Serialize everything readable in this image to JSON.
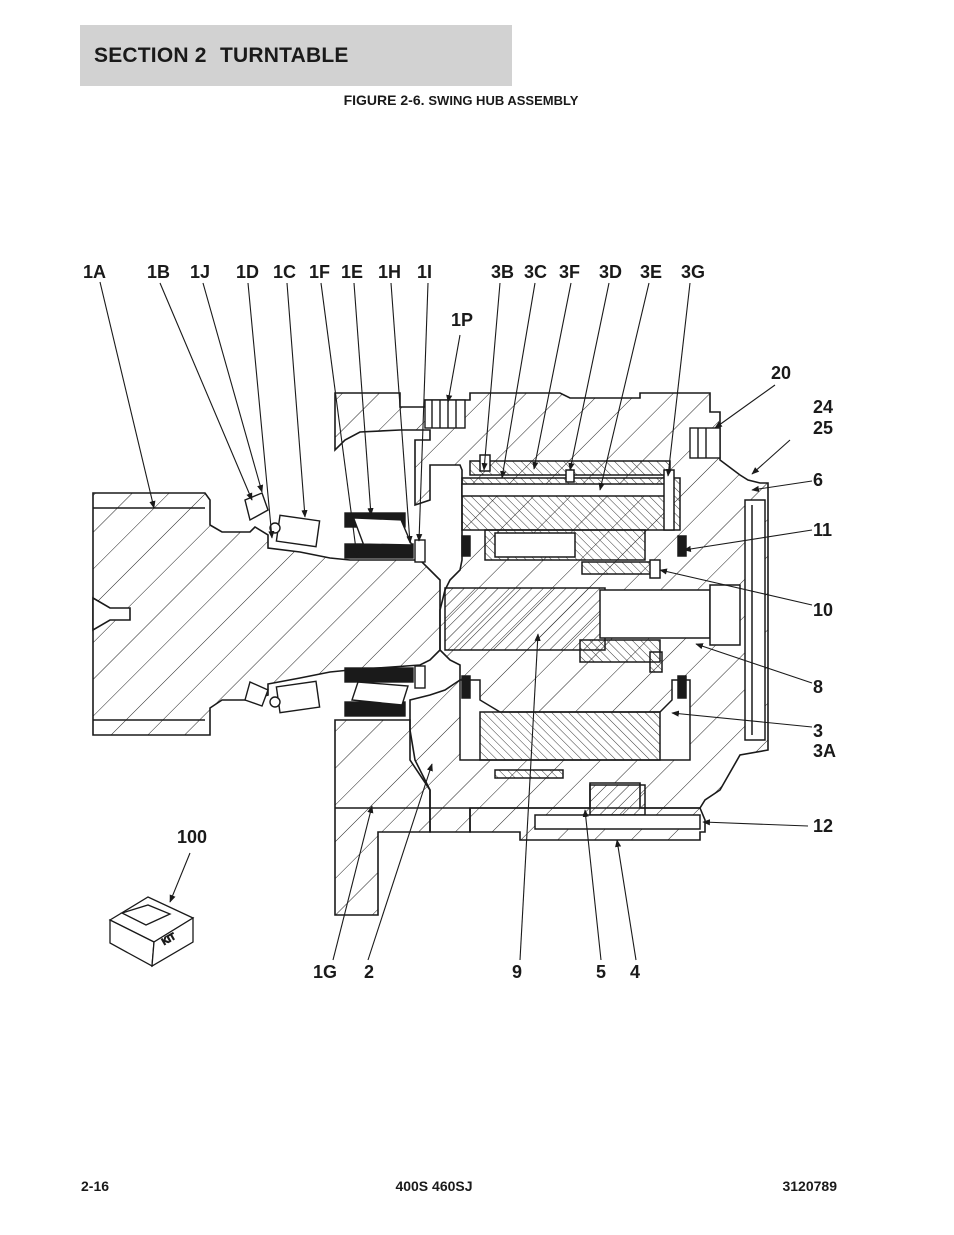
{
  "header": {
    "section_label": "SECTION 2",
    "section_title": "TURNTABLE"
  },
  "figure": {
    "number": "FIGURE 2-6.",
    "title": "SWING HUB ASSEMBLY"
  },
  "callouts": {
    "c1A": "1A",
    "c1B": "1B",
    "c1J": "1J",
    "c1D": "1D",
    "c1C": "1C",
    "c1F": "1F",
    "c1E": "1E",
    "c1H": "1H",
    "c1I": "1I",
    "c3B": "3B",
    "c3C": "3C",
    "c3F": "3F",
    "c3D": "3D",
    "c3E": "3E",
    "c3G": "3G",
    "c1P": "1P",
    "c20": "20",
    "c24": "24",
    "c25": "25",
    "c6": "6",
    "c11": "11",
    "c10": "10",
    "c8": "8",
    "c3": "3",
    "c3A": "3A",
    "c12": "12",
    "c100": "100",
    "c1G": "1G",
    "c2": "2",
    "c9": "9",
    "c5": "5",
    "c4": "4"
  },
  "kit_box_label": "KIT",
  "footer": {
    "page": "2-16",
    "models": "400S 460SJ",
    "doc_number": "3120789"
  }
}
